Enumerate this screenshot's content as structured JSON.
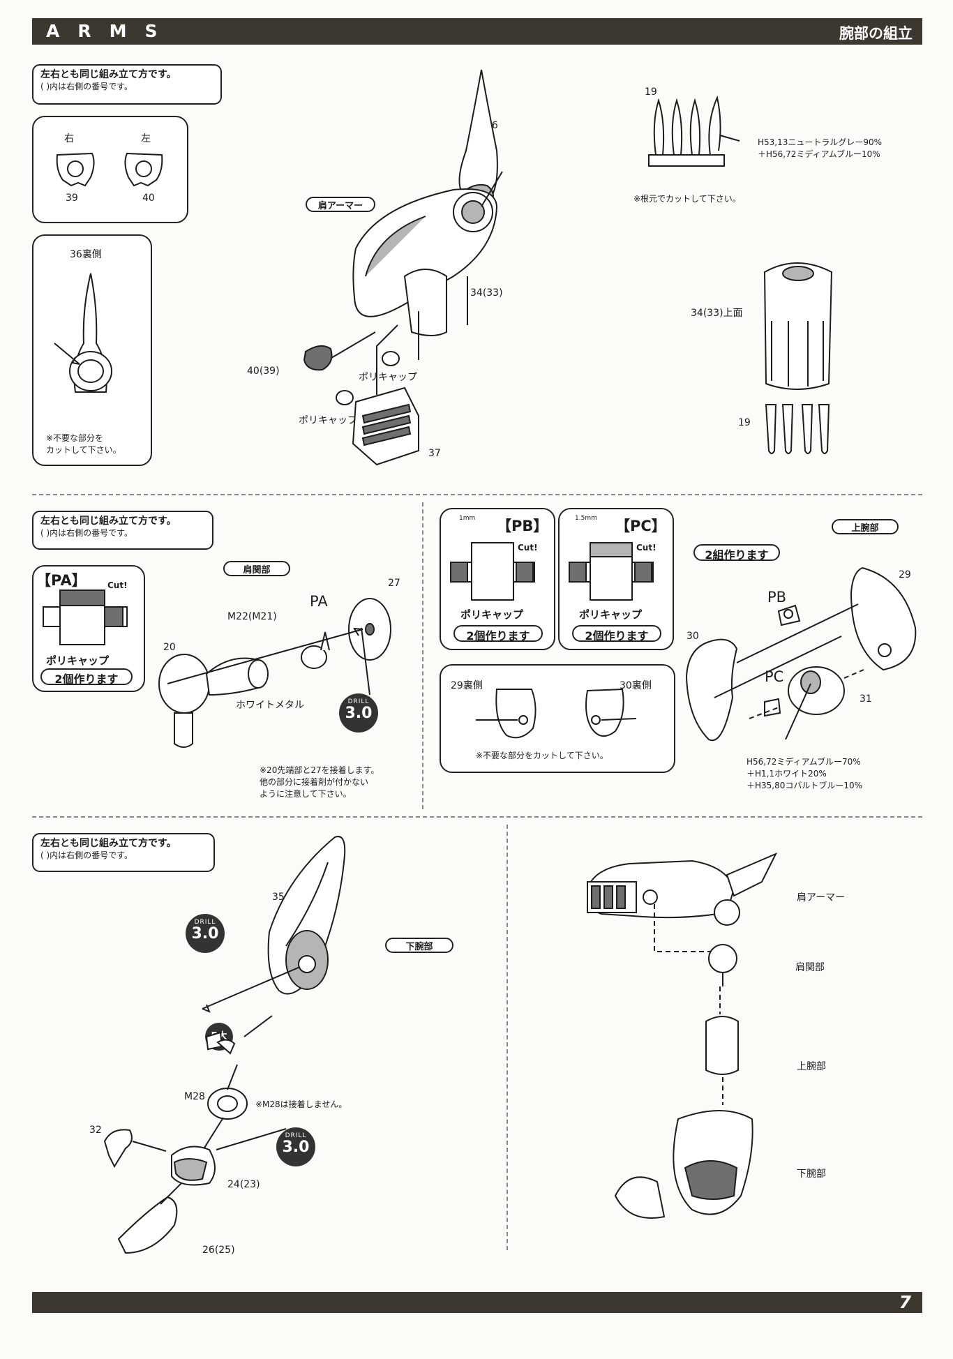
{
  "header": {
    "title": "ARMS",
    "section": "腕部の組立"
  },
  "footer": {
    "page": "7"
  },
  "s1": {
    "note_title": "左右とも同じ組み立て方です。",
    "note_sub": "( )内は右側の番号です。",
    "right": "右",
    "left": "左",
    "p39": "39",
    "p40": "40",
    "back_title": "36裏側",
    "cut_note1": "※不要な部分を",
    "cut_note2": "カットして下さい。",
    "badge_shoulder_armor": "肩アーマー",
    "p36": "36",
    "p34": "34(33)",
    "p40_39": "40(39)",
    "p37": "37",
    "polycap": "ポリキャップ",
    "p19": "19",
    "paint1": "H53,13ニュートラルグレー90%",
    "paint2": "＋H56,72ミディアムブルー10%",
    "cut_base": "※根元でカットして下さい。",
    "top_title": "34(33)上面",
    "p19b": "19"
  },
  "s2": {
    "note_title": "左右とも同じ組み立て方です。",
    "note_sub": "( )内は右側の番号です。",
    "pa_title": "【PA】",
    "cut": "Cut!",
    "polycap": "ポリキャップ",
    "make2": "2個作ります",
    "badge_shoulder_joint": "肩関部",
    "m22": "M22(M21)",
    "pa": "PA",
    "p27": "27",
    "p20": "20",
    "white_metal": "ホワイトメタル",
    "drill_label": "DRILL",
    "drill_value": "3.0",
    "glue_note1": "※20先端部と27を接着します。",
    "glue_note2": "他の部分に接着剤が付かない",
    "glue_note3": "ように注意して下さい。",
    "pb_title": "【PB】",
    "pc_title": "【PC】",
    "mm1": "1mm",
    "mm15": "1.5mm",
    "back29": "29裏側",
    "back30": "30裏側",
    "cut_unneeded": "※不要な部分をカットして下さい。",
    "badge_upper_arm": "上腕部",
    "make2sets": "2組作ります",
    "pb": "PB",
    "pc": "PC",
    "p29": "29",
    "p30": "30",
    "p31": "31",
    "paint1": "H56,72ミディアムブルー70%",
    "paint2": "＋H1,1ホワイト20%",
    "paint3": "＋H35,80コバルトブルー10%"
  },
  "s3": {
    "note_title": "左右とも同じ組み立て方です。",
    "note_sub": "( )内は右側の番号です。",
    "p35": "35",
    "badge_lower_arm": "下腕部",
    "drill_label": "DRILL",
    "drill_value": "3.0",
    "b_large": "B大",
    "m28": "M28",
    "m28_note": "※M28は接着しません。",
    "p32": "32",
    "p24": "24(23)",
    "p26": "26(25)",
    "lbl_shoulder_armor": "肩アーマー",
    "lbl_shoulder_joint": "肩関部",
    "lbl_upper_arm": "上腕部",
    "lbl_lower_arm": "下腕部"
  }
}
